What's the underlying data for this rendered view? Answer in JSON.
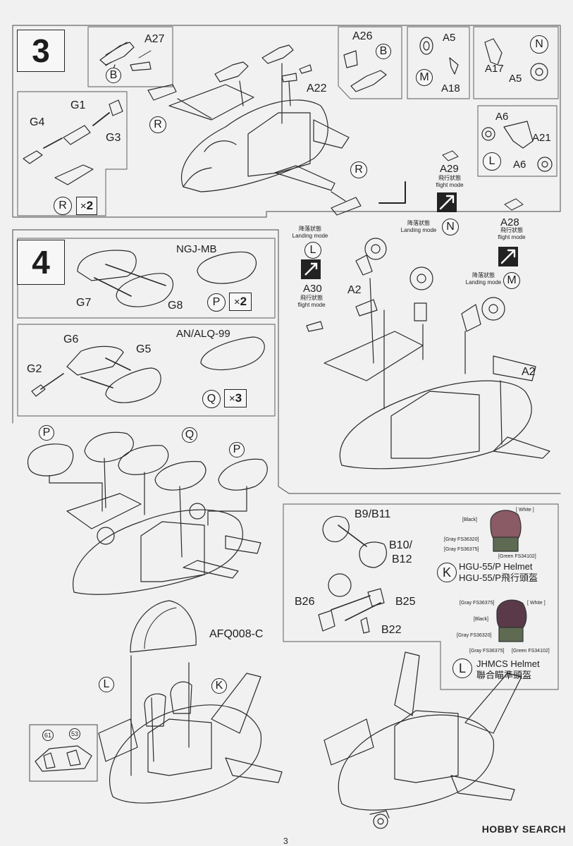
{
  "step3": {
    "number": "3",
    "parts": {
      "a27": "A27",
      "b_pod": "B",
      "a26": "A26",
      "b_pod2": "B",
      "a22": "A22",
      "a5": "A5",
      "m_top": "M",
      "a18": "A18",
      "n_top": "N",
      "a17": "A17",
      "a5b": "A5",
      "a6": "A6",
      "a21": "A21",
      "l_top": "L",
      "a6b": "A6",
      "g1": "G1",
      "g4": "G4",
      "g3": "G3",
      "r_letter": "R",
      "r_qty": "2",
      "r_left": "R",
      "r_right": "R"
    },
    "a29": {
      "icon": "A29",
      "cn": "飛行狀態",
      "en": "flight mode"
    },
    "a28": {
      "icon": "A28",
      "cn": "飛行狀態",
      "en": "flight mode"
    },
    "landing_n": {
      "cn": "降落狀態",
      "en": "Landing mode",
      "letter": "N"
    },
    "landing_m": {
      "cn": "降落狀態",
      "en": "Landing mode",
      "letter": "M"
    }
  },
  "step4": {
    "number": "4",
    "ngj": {
      "title": "NGJ-MB",
      "g7": "G7",
      "g8": "G8",
      "letter": "P",
      "qty": "2"
    },
    "alq": {
      "title": "AN/ALQ-99",
      "g6": "G6",
      "g5": "G5",
      "g2": "G2",
      "letter": "Q",
      "qty": "3"
    },
    "landing_l": {
      "cn": "降落狀態",
      "en": "Landing mode",
      "letter": "L"
    },
    "a30": {
      "icon": "A30",
      "cn": "飛行狀態",
      "en": "flight mode"
    },
    "a2": "A2",
    "a2b": "A2",
    "callouts": {
      "p1": "P",
      "q": "Q",
      "p2": "P"
    }
  },
  "helmets": {
    "b9": "B9/B11",
    "b10": "B10/",
    "b12": "B12",
    "b26": "B26",
    "b25": "B25",
    "b22": "B22",
    "k": {
      "letter": "K",
      "name1": "HGU-55/P Helmet",
      "name2": "HGU-55/P飛行頭盔",
      "colors": {
        "black": "[Black]",
        "white": "[ White ]",
        "gray1": "[Gray FS36320]",
        "gray2": "[Gray FS36375]",
        "green": "[Green FS34102]"
      }
    },
    "l": {
      "letter": "L",
      "name1": "JHMCS Helmet",
      "name2": "聯合瞄準頭盔",
      "colors": {
        "gray1": "[Gray FS36375]",
        "white": "[ White ]",
        "black": "[Black]",
        "gray2": "[Gray FS36320]",
        "gray3": "[Gray FS36375]",
        "green": "[Green FS34102]"
      }
    }
  },
  "canopy": {
    "name": "AFQ008-C",
    "l": "L",
    "k": "K",
    "decal1": "61",
    "decal2": "53"
  },
  "watermark": "HOBBY SEARCH",
  "page_number": "3"
}
